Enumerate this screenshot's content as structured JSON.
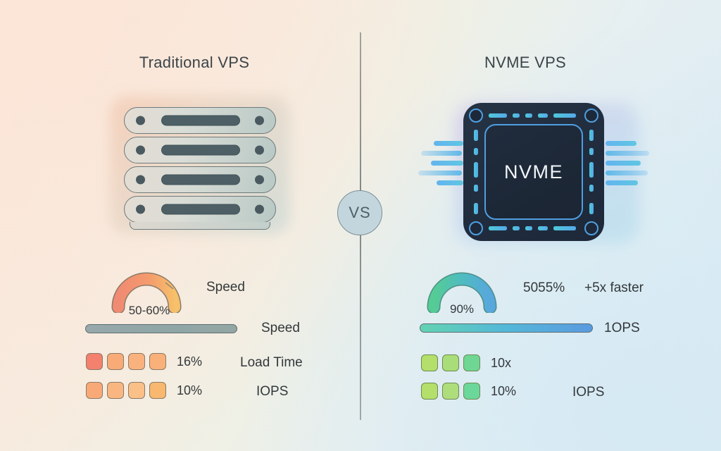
{
  "background": {
    "warm_color": "#fbe7da",
    "cool_color": "#d8eaf4"
  },
  "center": {
    "vs_label": "VS"
  },
  "left_panel": {
    "title": "Traditional VPS",
    "illustration": "server-stack-icon",
    "gauge": {
      "value_label": "50-60%",
      "color_start": "#f08a72",
      "color_end": "#f5b95e"
    },
    "gauge_caption": "Speed",
    "bar": {
      "caption": "Speed",
      "color_start": "#98a8ab",
      "color_end": "#93a6a4"
    },
    "square_rows": [
      {
        "value": "16%",
        "caption": "Load Time",
        "count": 4,
        "colors": [
          "#f4806e",
          "#f8ab77",
          "#f9b27e",
          "#f9b179"
        ]
      },
      {
        "value": "10%",
        "caption": "IOPS",
        "count": 4,
        "colors": [
          "#f9a977",
          "#fab681",
          "#fbc088",
          "#f8b86f"
        ]
      }
    ]
  },
  "right_panel": {
    "title": "NVME VPS",
    "illustration": "nvme-chip-icon",
    "chip_label": "NVME",
    "gauge": {
      "value_label": "90%",
      "color_start": "#55cc94",
      "color_end": "#58a7dd"
    },
    "gauge_metric": "5055%",
    "gauge_note": "+5x faster",
    "bar": {
      "caption": "1OPS",
      "color_start": "#63d3b2",
      "color_end": "#5a9ae0"
    },
    "square_rows": [
      {
        "value": "10x",
        "caption": "",
        "count": 3,
        "colors": [
          "#b3df6a",
          "#a9dd79",
          "#6fd694"
        ]
      },
      {
        "value": "10%",
        "caption": "IOPS",
        "count": 3,
        "colors": [
          "#b3df6a",
          "#aede7c",
          "#6bd79a"
        ]
      }
    ]
  }
}
